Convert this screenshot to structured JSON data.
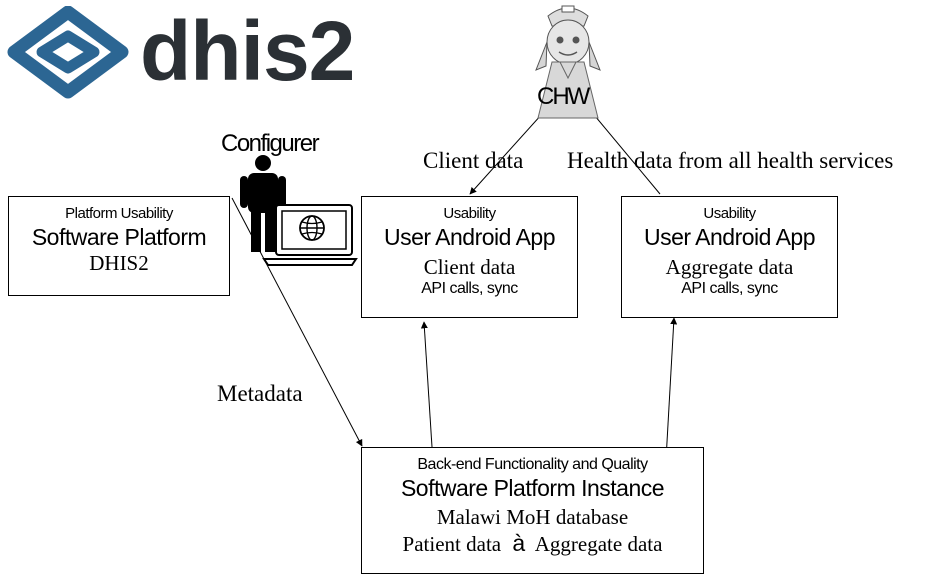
{
  "logo": {
    "text": "dhis2",
    "color": "#2b3035",
    "mark_color": "#2c6693"
  },
  "chw": {
    "label": "CHW"
  },
  "configurer": {
    "label": "Configurer"
  },
  "platform_box": {
    "heading": "Platform Usability",
    "title": "Software Platform",
    "subtitle": "DHIS2"
  },
  "client_app_box": {
    "heading": "Usability",
    "title": "User Android App",
    "subtitle": "Client data",
    "note": "API calls, sync"
  },
  "aggregate_app_box": {
    "heading": "Usability",
    "title": "User Android App",
    "subtitle": "Aggregate data",
    "note": "API calls, sync"
  },
  "backend_box": {
    "heading": "Back-end Functionality and Quality",
    "title": "Software Platform Instance",
    "line1": "Malawi MoH database",
    "line2_left": "Patient data",
    "line2_arrow": "à",
    "line2_right": "Aggregate data"
  },
  "edge_labels": {
    "client_data": "Client data",
    "health_data": "Health data from all health services",
    "metadata": "Metadata"
  }
}
